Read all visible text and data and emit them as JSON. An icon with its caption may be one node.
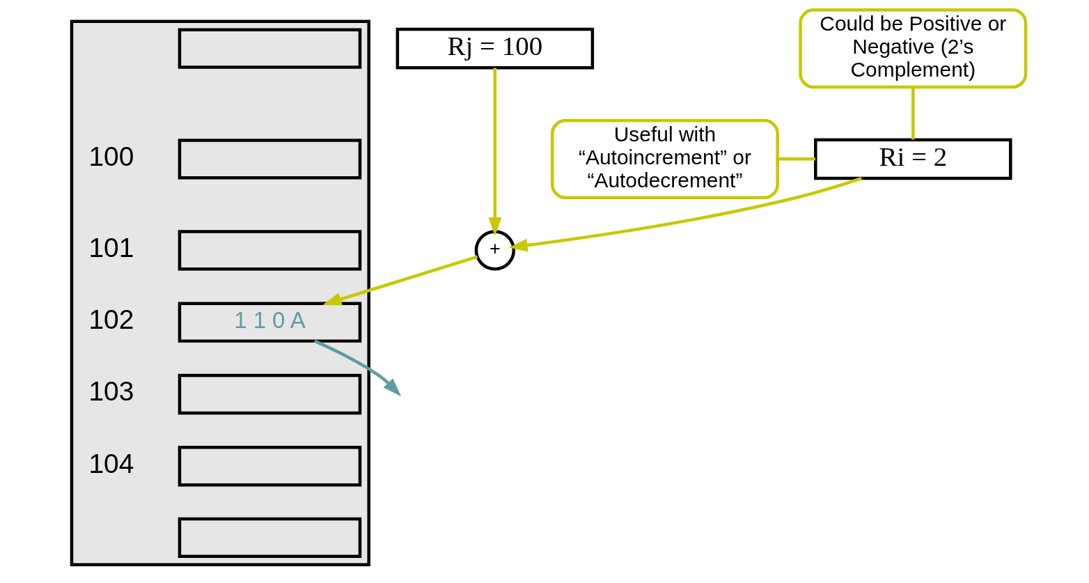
{
  "diagram": {
    "nodes": [
      {
        "text": [
          "Useful with “Autoincrement” or “Autodecrement”"
        ]
      },
      {
        "text": [
          "Ri = 2"
        ]
      },
      {
        "text": [
          "+"
        ]
      },
      {
        "text": [
          "Rj = 100"
        ]
      },
      {
        "text": [
          "Could be Positive or Negative (2’s Complement)"
        ]
      },
      {
        "text": [],
        "shape": "box"
      },
      {
        "text": [],
        "shape": "box",
        "in": 5
      },
      {
        "text": [],
        "shape": "box",
        "in": 5,
        "beside": [
          "100"
        ]
      },
      {
        "text": [],
        "shape": "box",
        "in": 5,
        "beside": [
          "101"
        ]
      },
      {
        "text": [
          "1 1 0 A"
        ],
        "in": 5,
        "beside": [
          "102"
        ]
      },
      {
        "text": [],
        "shape": "box",
        "in": 5,
        "beside": [
          "103"
        ]
      },
      {
        "text": [],
        "shape": "box",
        "in": 5,
        "beside": [
          "104"
        ]
      },
      {
        "text": [],
        "shape": "box",
        "in": 5
      }
    ],
    "edges": [
      {
        "from": 0,
        "to": 1,
        "arrow": "none"
      },
      {
        "from": 4,
        "to": 1,
        "arrow": "none"
      },
      {
        "from": 1,
        "to": 2,
        "arrow": "to"
      },
      {
        "from": 3,
        "to": 2,
        "arrow": "to"
      },
      {
        "from": 2,
        "to": 9,
        "arrow": "to"
      },
      {
        "from": 9,
        "to": null,
        "arrow": "to",
        "color": "#5f9ea0"
      }
    ]
  }
}
